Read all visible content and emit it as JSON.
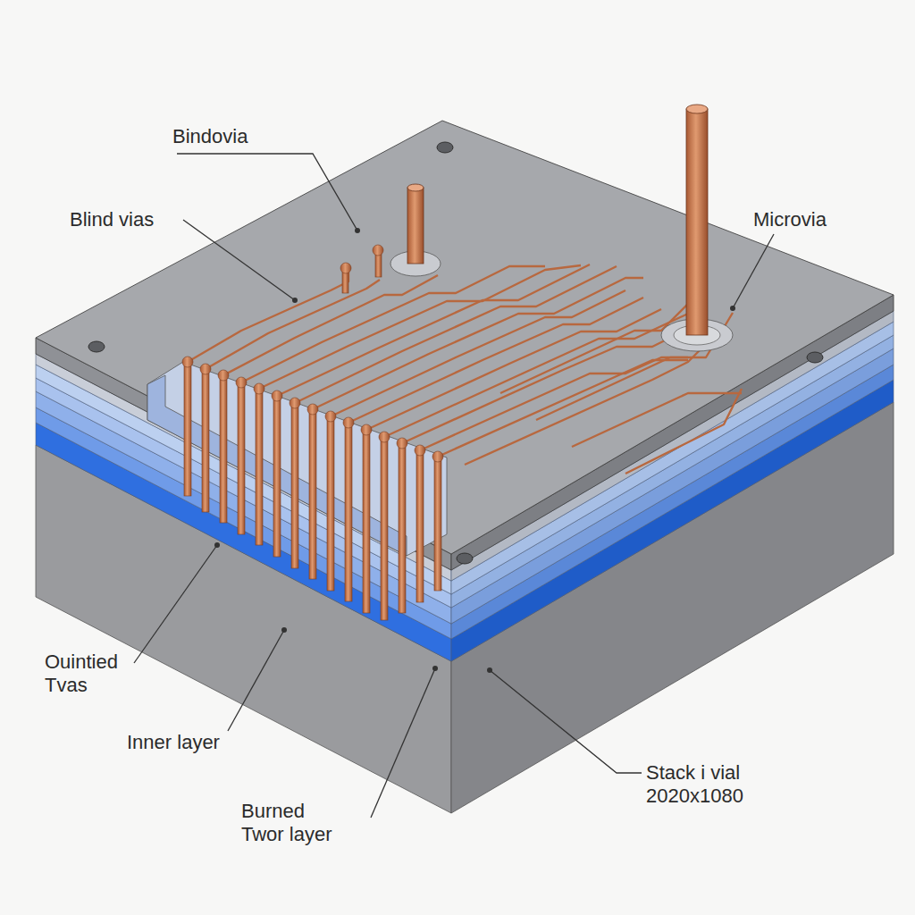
{
  "diagram": {
    "labels": [
      "Bindovia",
      "Blind vias",
      "Microvia",
      "Ouintied Tvas",
      "Inner layer",
      "Burned Twor layer",
      "Stack i vial 2020x1080"
    ]
  }
}
